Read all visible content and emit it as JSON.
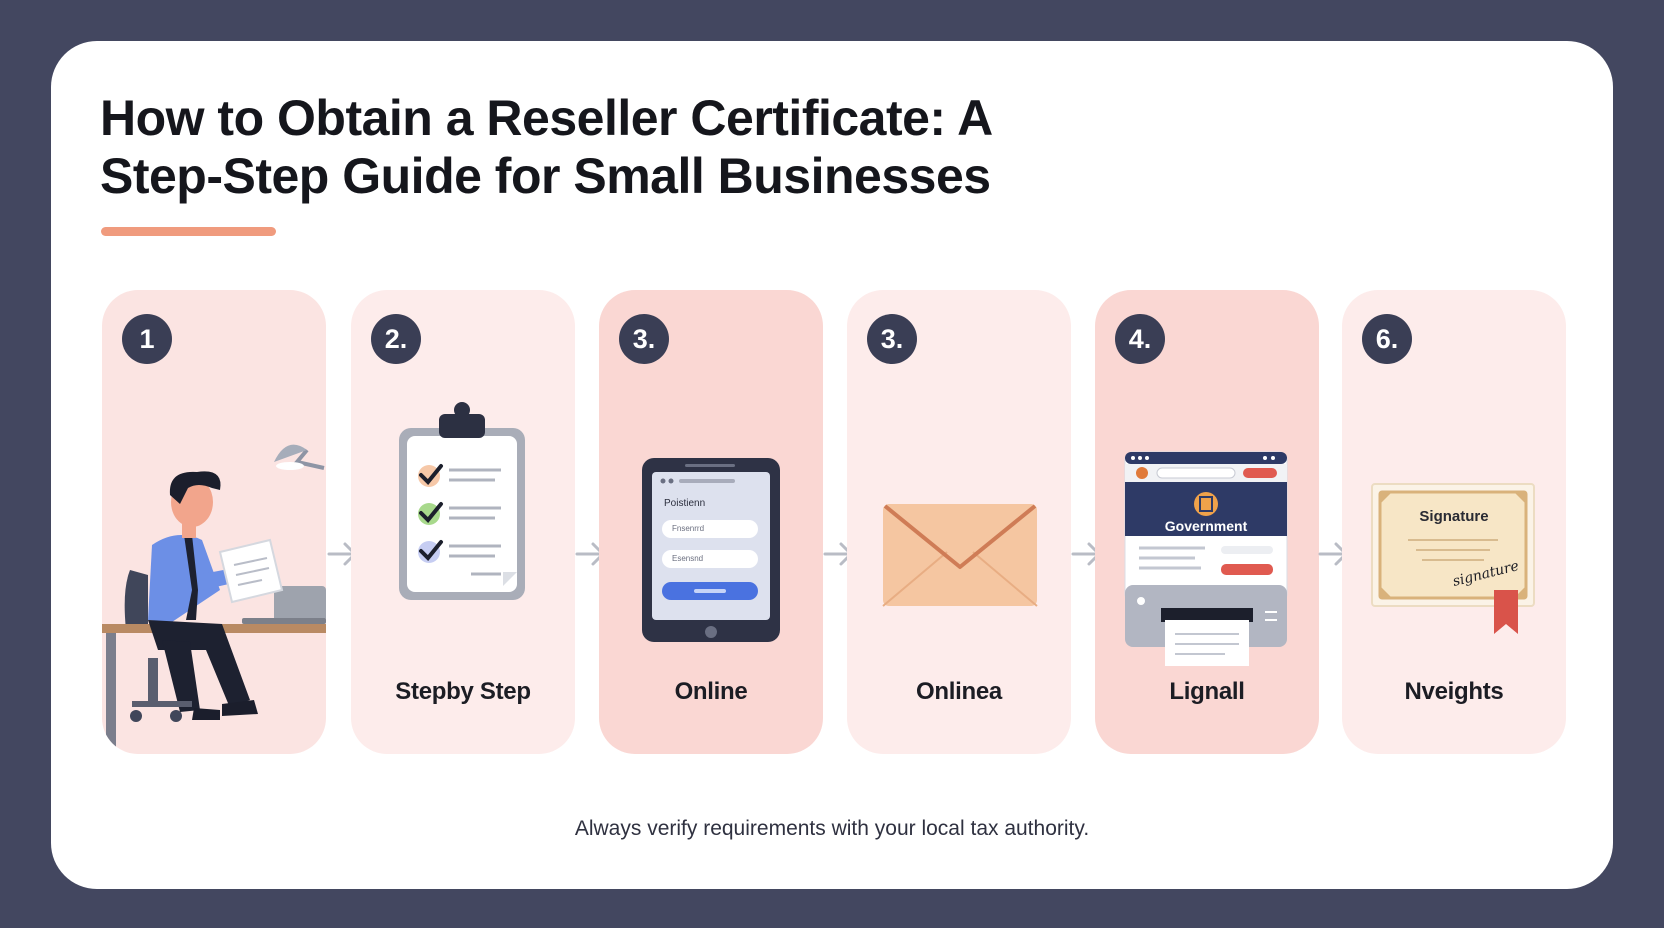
{
  "title": {
    "line1": "How to Obtain a Reseller Certificate: A",
    "line2": "Step-Step Guide for Small Businesses"
  },
  "steps": [
    {
      "badge": "1",
      "label": "",
      "icon": "person-at-desk-icon"
    },
    {
      "badge": "2.",
      "label": "Stepby Step",
      "icon": "clipboard-checklist-icon"
    },
    {
      "badge": "3.",
      "label": "Online",
      "icon": "tablet-form-icon",
      "form_title": "Poistienn",
      "field1": "Fnsenrrd",
      "field2": "Esensnd"
    },
    {
      "badge": "3.",
      "label": "Onlinea",
      "icon": "envelope-icon"
    },
    {
      "badge": "4.",
      "label": "Lignall",
      "icon": "government-website-printer-icon",
      "site_title": "Government"
    },
    {
      "badge": "6.",
      "label": "Nveights",
      "icon": "certificate-icon",
      "cert_title": "Signature",
      "signature": "signature"
    }
  ],
  "footer": "Always verify requirements with your local tax authority.",
  "colors": {
    "background": "#434760",
    "card": "#ffffff",
    "accent_underline": "#f09b7e",
    "badge": "#3a3e55",
    "step_light": "#fdeceb",
    "step_dark": "#fad7d3"
  }
}
